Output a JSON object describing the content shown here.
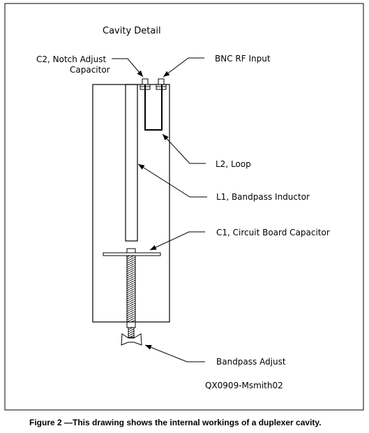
{
  "diagram": {
    "title": "Cavity Detail",
    "labels": {
      "c2_line1": "C2, Notch Adjust",
      "c2_line2": "Capacitor",
      "bnc": "BNC RF Input",
      "l2": "L2, Loop",
      "l1": "L1, Bandpass Inductor",
      "c1": "C1, Circuit Board Capacitor",
      "bandpass_adjust": "Bandpass Adjust"
    },
    "drawing_id": "QX0909-Msmith02"
  },
  "caption": "Figure 2 —This drawing shows the internal workings of a duplexer cavity."
}
